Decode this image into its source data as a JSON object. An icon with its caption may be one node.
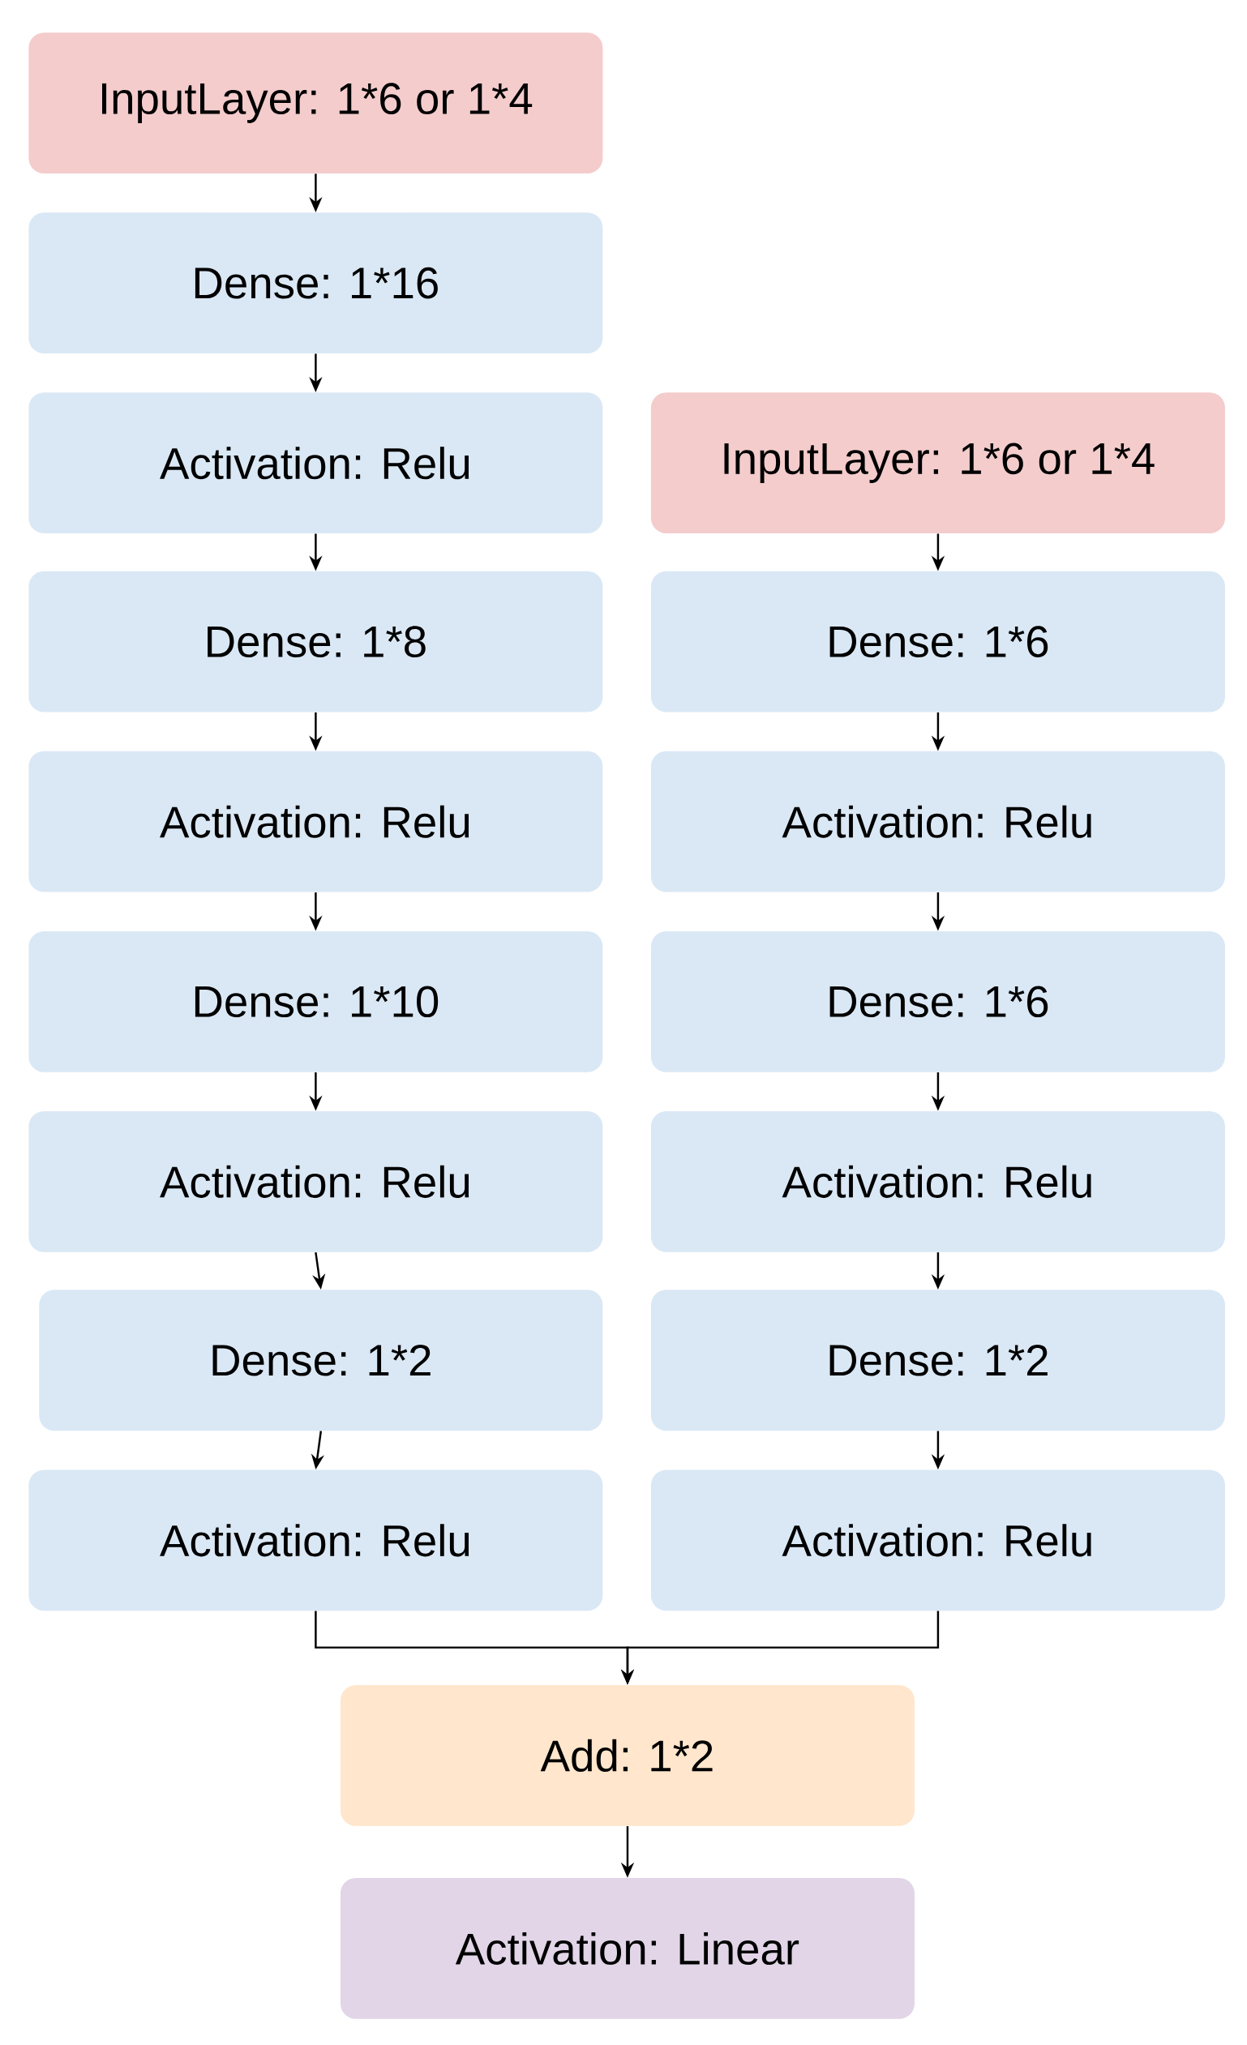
{
  "diagram": {
    "nodes": [
      {
        "text": [
          "InputLayer: 1*6 or 1*4"
        ]
      },
      {
        "text": [
          "Dense: 1*16"
        ]
      },
      {
        "text": [
          "Activation: Relu"
        ]
      },
      {
        "text": [
          "Dense: 1*8"
        ]
      },
      {
        "text": [
          "Activation: Relu"
        ]
      },
      {
        "text": [
          "Dense: 1*10"
        ]
      },
      {
        "text": [
          "Activation: Relu"
        ]
      },
      {
        "text": [
          "Dense: 1*2"
        ]
      },
      {
        "text": [
          "Activation: Relu"
        ]
      },
      {
        "text": [
          "InputLayer: 1*6 or 1*4"
        ]
      },
      {
        "text": [
          "Dense: 1*6"
        ]
      },
      {
        "text": [
          "Activation: Relu"
        ]
      },
      {
        "text": [
          "Dense: 1*6"
        ]
      },
      {
        "text": [
          "Activation: Relu"
        ]
      },
      {
        "text": [
          "Dense: 1*2"
        ]
      },
      {
        "text": [
          "Activation: Relu"
        ]
      },
      {
        "text": [
          "Add: 1*2"
        ]
      },
      {
        "text": [
          "Activation: Linear"
        ]
      }
    ],
    "edges": [
      {
        "from": 0,
        "to": 1,
        "arrow": "to"
      },
      {
        "from": 1,
        "to": 2,
        "arrow": "to"
      },
      {
        "from": 2,
        "to": 3,
        "arrow": "to"
      },
      {
        "from": 3,
        "to": 4,
        "arrow": "to"
      },
      {
        "from": 4,
        "to": 5,
        "arrow": "to"
      },
      {
        "from": 5,
        "to": 6,
        "arrow": "to"
      },
      {
        "from": 6,
        "to": 7,
        "arrow": "to"
      },
      {
        "from": 7,
        "to": 8,
        "arrow": "to"
      },
      {
        "from": 9,
        "to": 10,
        "arrow": "to"
      },
      {
        "from": 10,
        "to": 11,
        "arrow": "to"
      },
      {
        "from": 11,
        "to": 12,
        "arrow": "to"
      },
      {
        "from": 12,
        "to": 13,
        "arrow": "to"
      },
      {
        "from": 13,
        "to": 14,
        "arrow": "to"
      },
      {
        "from": 14,
        "to": 15,
        "arrow": "to"
      },
      {
        "from": 8,
        "to": 16,
        "arrow": "to"
      },
      {
        "from": 15,
        "to": 16,
        "arrow": "to"
      },
      {
        "from": 16,
        "to": 17,
        "arrow": "to"
      }
    ]
  }
}
